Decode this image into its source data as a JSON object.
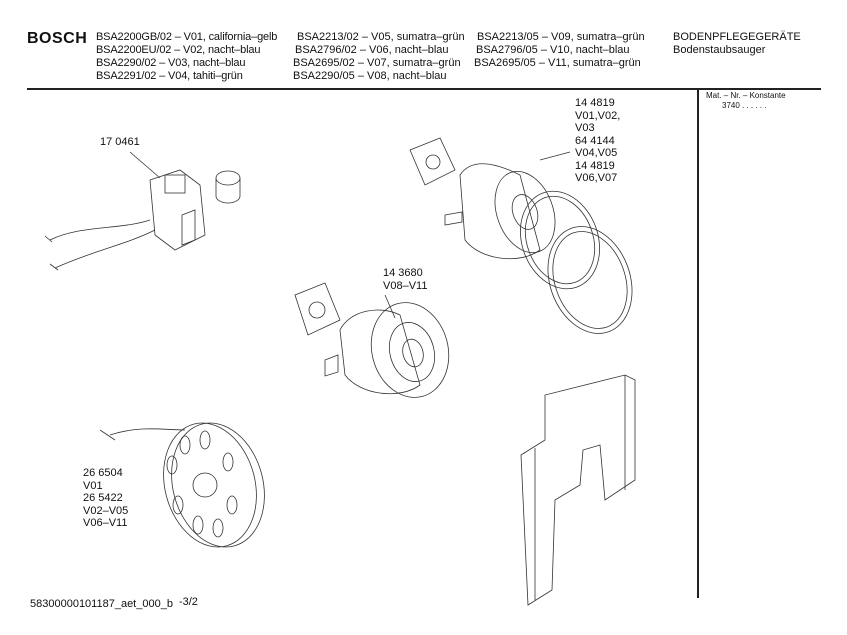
{
  "header": {
    "brand": "BOSCH",
    "models_col1": [
      "BSA2200GB/02 – V01, california–gelb",
      "BSA2200EU/02 – V02, nacht–blau",
      "BSA2290/02      – V03, nacht–blau",
      "BSA2291/02      – V04, tahiti–grün"
    ],
    "models_col2": [
      "BSA2213/02 – V05, sumatra–grün",
      "BSA2796/02 – V06, nacht–blau",
      "BSA2695/02 – V07, sumatra–grün",
      "BSA2290/05 – V08, nacht–blau"
    ],
    "models_col3": [
      "BSA2213/05   – V09, sumatra–grün",
      "BSA2796/05   – V10, nacht–blau",
      "BSA2695/05   – V11, sumatra–grün"
    ],
    "category": "BODENPFLEGEGERÄTE",
    "subcategory": "Bodenstaubsauger"
  },
  "side_panel": {
    "mat_label": "Mat. – Nr. – Konstante",
    "mat_value": "3740  .  .    .  .  .  ."
  },
  "parts": {
    "electronics": [
      "17 0461"
    ],
    "motor_a": [
      "14 4819",
      "V01,V02,",
      "V03",
      "64 4144",
      "V04,V05",
      "14 4819",
      "V06,V07"
    ],
    "motor_b": [
      "14 3680",
      "V08–V11"
    ],
    "cable_reel": [
      "26 6504",
      "V01",
      "26 5422",
      "V02–V05",
      "V06–V11"
    ]
  },
  "footer": {
    "doc_id": "58300000101187_aet_000_b",
    "page": "-3/2"
  }
}
